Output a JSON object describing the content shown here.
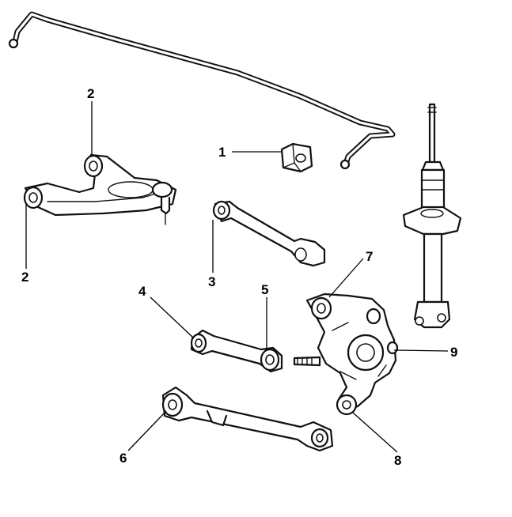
{
  "callouts": [
    {
      "id": "c1",
      "number": "1"
    },
    {
      "id": "c2a",
      "number": "2"
    },
    {
      "id": "c2b",
      "number": "2"
    },
    {
      "id": "c3",
      "number": "3"
    },
    {
      "id": "c4",
      "number": "4"
    },
    {
      "id": "c5",
      "number": "5"
    },
    {
      "id": "c6",
      "number": "6"
    },
    {
      "id": "c7",
      "number": "7"
    },
    {
      "id": "c8",
      "number": "8"
    },
    {
      "id": "c9",
      "number": "9"
    }
  ],
  "colors": {
    "line": "#111111",
    "background": "#ffffff"
  }
}
